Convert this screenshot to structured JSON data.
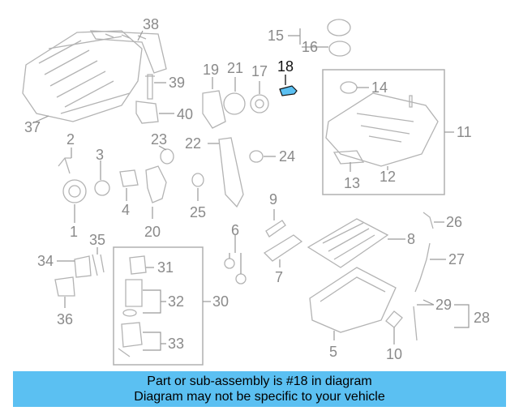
{
  "diagram": {
    "highlight_part": "18",
    "highlight_color": "#5bc0f2",
    "callouts": [
      "1",
      "2",
      "3",
      "4",
      "5",
      "6",
      "7",
      "8",
      "9",
      "10",
      "11",
      "12",
      "13",
      "14",
      "15",
      "16",
      "17",
      "18",
      "19",
      "20",
      "21",
      "22",
      "23",
      "24",
      "25",
      "26",
      "27",
      "28",
      "29",
      "30",
      "31",
      "32",
      "33",
      "34",
      "35",
      "36",
      "37",
      "38",
      "39",
      "40"
    ]
  },
  "banner": {
    "line1": "Part or sub-assembly is #18 in diagram",
    "line2": "Diagram may not be specific to your vehicle",
    "color": "#5bc0f2"
  }
}
